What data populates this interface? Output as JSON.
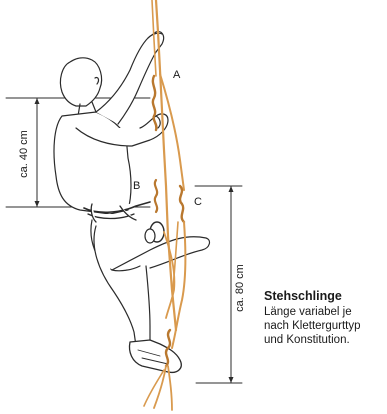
{
  "labels": {
    "point_a": "A",
    "point_b": "B",
    "point_c": "C"
  },
  "dimensions": {
    "upper": "ca. 40 cm",
    "lower": "ca. 80 cm"
  },
  "caption": {
    "title": "Stehschlinge",
    "lines": [
      "Länge variabel je",
      "nach Klettergurttyp",
      "und Konstitution."
    ]
  },
  "colors": {
    "outline": "#2b2b2b",
    "rope": "#d99a4e",
    "rope_dark": "#b9782f",
    "text": "#1a1a1a"
  }
}
